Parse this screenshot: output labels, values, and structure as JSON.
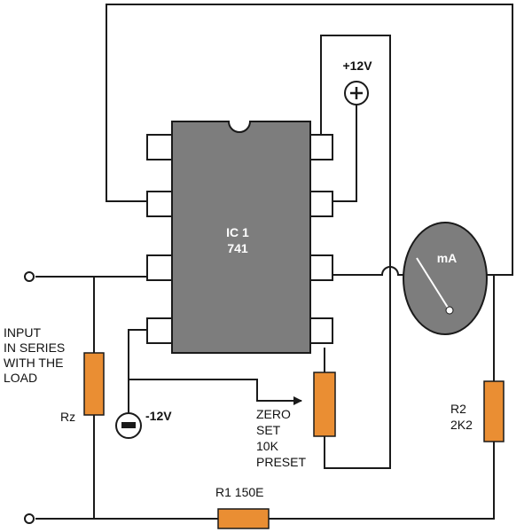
{
  "ic": {
    "line1": "IC 1",
    "line2": "741"
  },
  "supply": {
    "positive": "+12V",
    "negative": "-12V"
  },
  "input_label": [
    "INPUT",
    "IN SERIES",
    "WITH THE",
    "LOAD"
  ],
  "rz": "Rz",
  "preset_label": [
    "ZERO",
    "SET",
    "10K",
    "PRESET"
  ],
  "meter": "mA",
  "r2": [
    "R2",
    "2K2"
  ],
  "r1": "R1 150E",
  "colors": {
    "chip": "#7d7d7d",
    "meter": "#7d7d7d",
    "resistor": "#ea8e33"
  }
}
